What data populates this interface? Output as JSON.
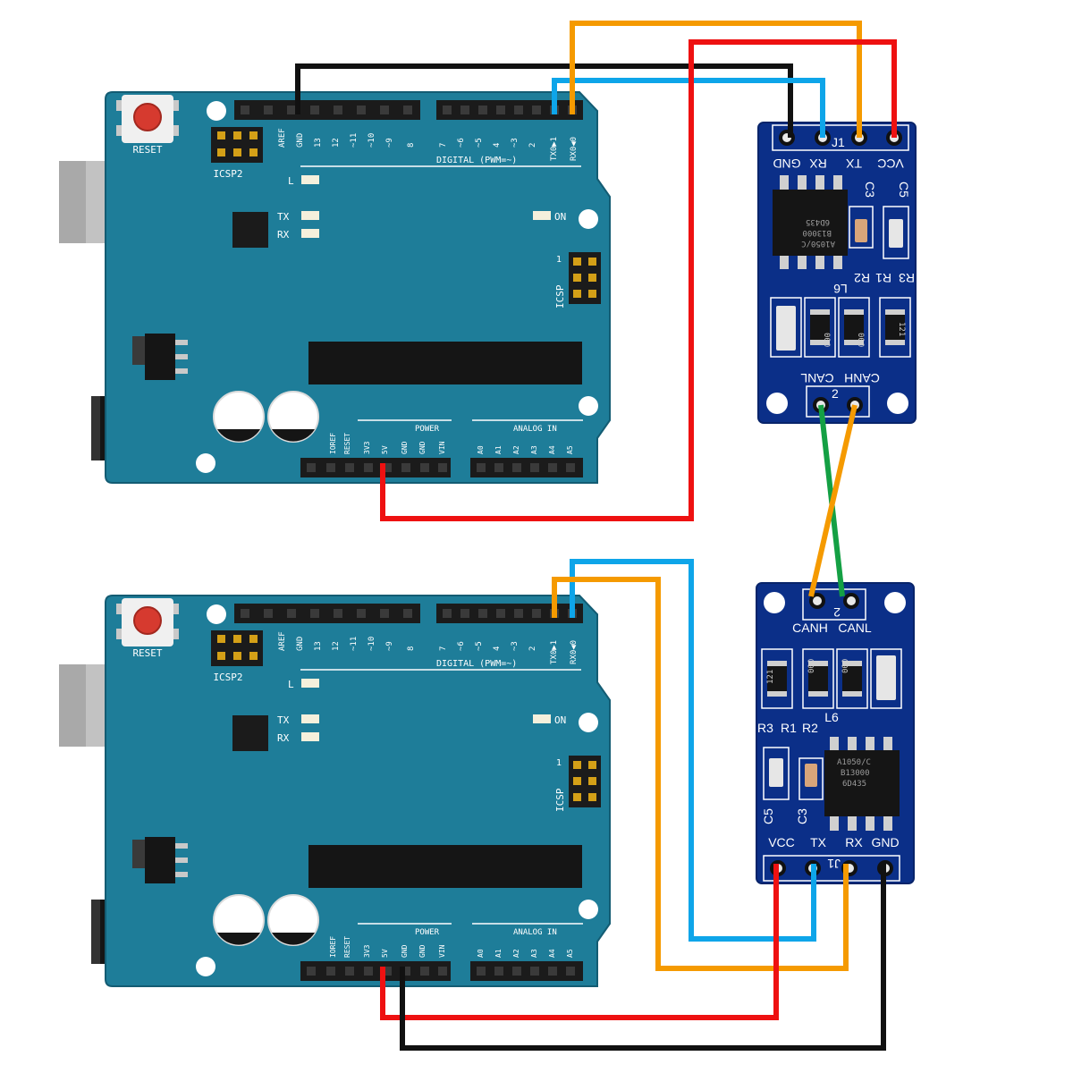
{
  "colors": {
    "board": "#1e7d99",
    "board_edge": "#135c73",
    "module": "#0b2f88",
    "wire_black": "#111111",
    "wire_red": "#ee1111",
    "wire_blue": "#0ea5e9",
    "wire_orange": "#f59a00",
    "wire_green": "#14a044"
  },
  "arduino": {
    "reset": "RESET",
    "icsp2": "ICSP2",
    "icsp": "ICSP",
    "icsp_pin1": "1",
    "led_l": "L",
    "led_tx": "TX",
    "led_rx": "RX",
    "led_on": "ON",
    "digital": "DIGITAL (PWM=~)",
    "power": "POWER",
    "analog": "ANALOG IN",
    "top_pins_left": [
      "AREF",
      "GND",
      "13",
      "12",
      "~11",
      "~10",
      "~9",
      "8"
    ],
    "top_pins_right": [
      "7",
      "~6",
      "~5",
      "4",
      "~3",
      "2",
      "TX0▶1",
      "RX0◀0"
    ],
    "power_pins": [
      "IOREF",
      "RESET",
      "3V3",
      "5V",
      "GND",
      "GND",
      "VIN"
    ],
    "analog_pins": [
      "A0",
      "A1",
      "A2",
      "A3",
      "A4",
      "A5"
    ]
  },
  "can_module": {
    "j1": "J1",
    "pins_header": [
      "GND",
      "RX",
      "TX",
      "VCC"
    ],
    "c3": "C3",
    "c5": "C5",
    "chip": [
      "A1050/C",
      "B13000",
      "6D435"
    ],
    "chip2": [
      "A1050/C",
      "B13000",
      "6D435"
    ],
    "r_labels": [
      "R3",
      "R1",
      "R2",
      "L6"
    ],
    "resistor_codes": [
      "121",
      "000",
      "000",
      "121"
    ],
    "canh": "CANH",
    "canl": "CANL",
    "j2_num": "2"
  }
}
